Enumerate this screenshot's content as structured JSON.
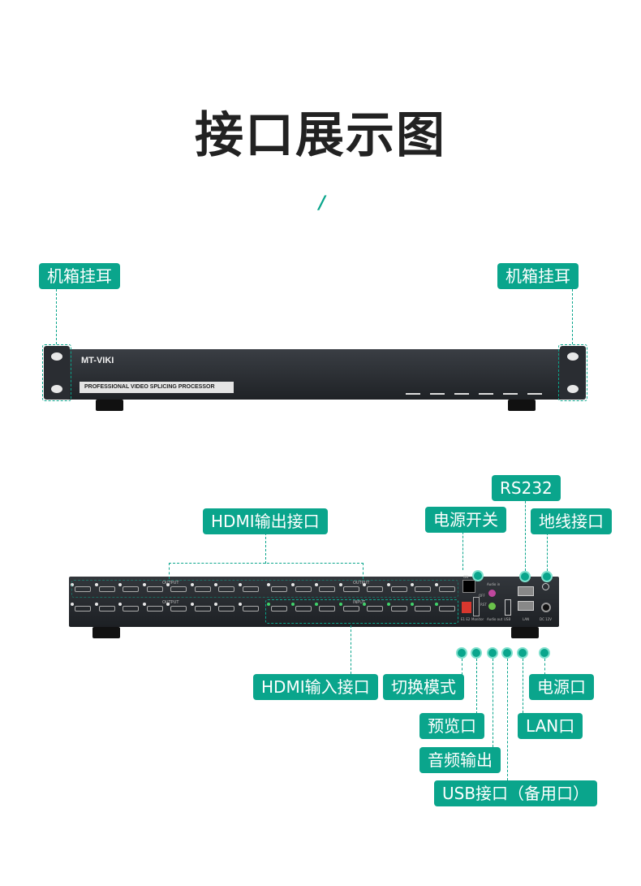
{
  "title": "接口展示图",
  "divider": "/",
  "front": {
    "brand": "MT-VIKI",
    "strip_text": "PROFESSIONAL VIDEO SPLICING PROCESSOR",
    "ear_left": "机箱挂耳",
    "ear_right": "机箱挂耳"
  },
  "rear": {
    "rs232": "RS232",
    "power_switch": "电源开关",
    "ground": "地线接口",
    "hdmi_out": "HDMI输出接口",
    "hdmi_in": "HDMI输入接口",
    "switch_mode": "切换模式",
    "power_port": "电源口",
    "preview": "预览口",
    "lan": "LAN口",
    "audio_out": "音频输出",
    "usb": "USB接口（备用口）",
    "silk": {
      "output": "OUTPUT",
      "input": "INPUT",
      "on": "ON",
      "off": "OFF",
      "audio_in": "Audio in",
      "audio_out": "Audio out",
      "monitor": "Monitor",
      "rst": "RST",
      "e1e2": "E1 E2",
      "usb": "USB",
      "lan": "LAN",
      "dc": "DC 12V"
    }
  },
  "colors": {
    "accent": "#0aa58c",
    "panel": "#2a2d32"
  }
}
